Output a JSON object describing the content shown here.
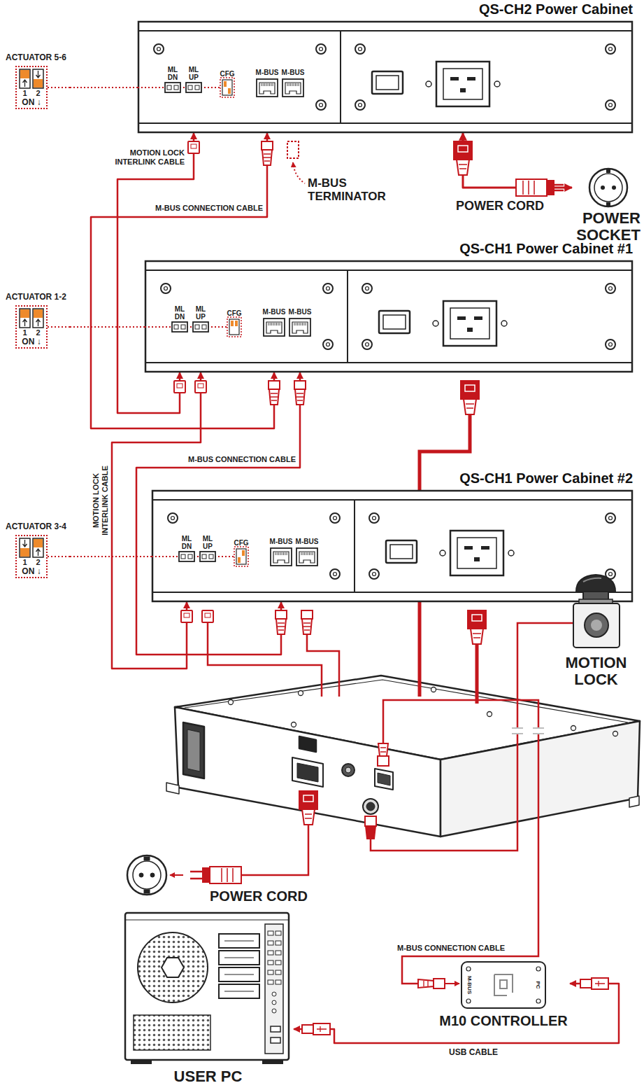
{
  "diagram": {
    "nodes": [
      {
        "text": [
          "ACTUATOR 5-6",
          "1",
          "2",
          "ON ↓"
        ]
      },
      {
        "text": [
          "QS-CH2 Power Cabinet"
        ]
      },
      {
        "text": [
          "POWER SOCKET"
        ]
      },
      {
        "text": [
          "ACTUATOR 1-2",
          "1",
          "2",
          "ON ↓"
        ]
      },
      {
        "text": [
          "QS-CH1 Power Cabinet #1"
        ]
      },
      {
        "text": [
          "ACTUATOR 3-4",
          "1",
          "2",
          "ON ↓"
        ]
      },
      {
        "text": [
          "QS-CH1 Power Cabinet #2"
        ]
      },
      {
        "text": [
          "MOTION LOCK"
        ]
      },
      {
        "text": [
          "M10 CONTROLLER",
          "M-BUS",
          "PC"
        ]
      },
      {
        "text": [
          "USER PC"
        ]
      }
    ],
    "edges": [
      {
        "from": 0,
        "to": 1,
        "arrow": "none"
      },
      {
        "from": 1,
        "to": 2,
        "label": "POWER CORD",
        "arrow": "both"
      },
      {
        "from": 1,
        "to": 4,
        "label": "MOTION LOCK INTERLINK CABLE",
        "arrow": "both"
      },
      {
        "from": 1,
        "to": 4,
        "label": "M-BUS CONNECTION CABLE",
        "arrow": "both"
      },
      {
        "from": 3,
        "to": 4,
        "arrow": "none"
      },
      {
        "from": 4,
        "to": 6,
        "label": "M-BUS CONNECTION CABLE",
        "arrow": "both"
      },
      {
        "from": 4,
        "to": 6,
        "label": "MOTION LOCK INTERLINK CABLE",
        "arrow": "both"
      },
      {
        "from": 5,
        "to": 6,
        "arrow": "none"
      },
      {
        "from": 9,
        "to": 8,
        "label": "USB CABLE",
        "arrow": "both"
      }
    ],
    "labels": [
      "ML DN",
      "ML UP",
      "CFG",
      "M-BUS",
      "M-BUS",
      "M-BUS TERMINATOR",
      "ML DN",
      "ML UP",
      "CFG",
      "M-BUS",
      "M-BUS",
      "ML DN",
      "ML UP",
      "CFG",
      "M-BUS",
      "M-BUS",
      "POWER CORD",
      "M-BUS CONNECTION CABLE"
    ]
  }
}
